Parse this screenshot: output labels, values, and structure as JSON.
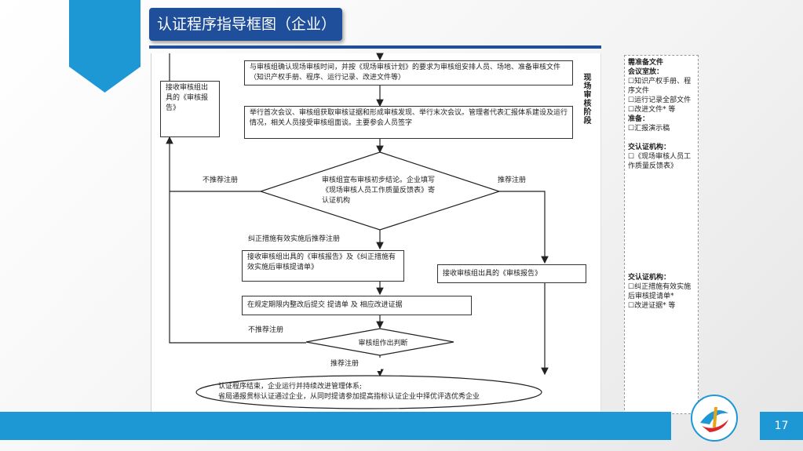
{
  "slide": {
    "title": "认证程序指导框图（企业）",
    "page_number": "17"
  },
  "flow": {
    "stage_label": "现场审核阶段",
    "left_box": "接收审核组出具的《审核报告》",
    "box1": "与审核组确认现场审核时间，并按《现场审核计划》的要求为审核组安排人员、场地、准备审核文件（知识产权手册、程序、运行记录、改进文件等）",
    "box2": "举行首次会议、审核组获取审核证据和形成审核发现、举行末次会议。管理者代表汇报体系建设及运行情况，相关人员接受审核组面谈。主要参会人员签字",
    "diamond1": "审核组宣布审核初步结论。企业填写《现场审核人员工作质量反馈表》寄认证机构",
    "label_not_recommend_1": "不推荐注册",
    "label_recommend_1": "推荐注册",
    "label_corrective": "纠正措施有效实施后推荐注册",
    "box3": "接收审核组出具的《审核报告》及《纠正措施有效实施后审核提请单》",
    "box_right": "接收审核组出具的《审核报告》",
    "box4": "在规定期限内整改后提交 提请单 及 相应改进证据",
    "label_not_recommend_2": "不推荐注册",
    "diamond2": "审核组作出判断",
    "label_recommend_2": "推荐注册",
    "end_line1": "认证程序结束，企业运行并持续改进管理体系;",
    "end_line2": "省局通报贯标认证通过企业，从同时提请参加提高指标认证企业中择优评选优秀企业"
  },
  "side_panel": {
    "heading1": "需准备文件",
    "sub1": "会议室放：",
    "items1": [
      "☐知识产权手册、程序文件",
      "☐运行记录全部文件",
      "☐改进文件* 等"
    ],
    "sub2": "准备：",
    "items2": [
      "☐汇报演示稿"
    ],
    "sub3": "交认证机构：",
    "items3": [
      "☐《现场审核人员工作质量反馈表》"
    ],
    "sub4": "交认证机构：",
    "items4": [
      "☐纠正措施有效实施后审核提请单*",
      "☐改进证据* 等"
    ]
  },
  "colors": {
    "accent_blue": "#1e97d5",
    "title_navy": "#1f4e9a"
  }
}
